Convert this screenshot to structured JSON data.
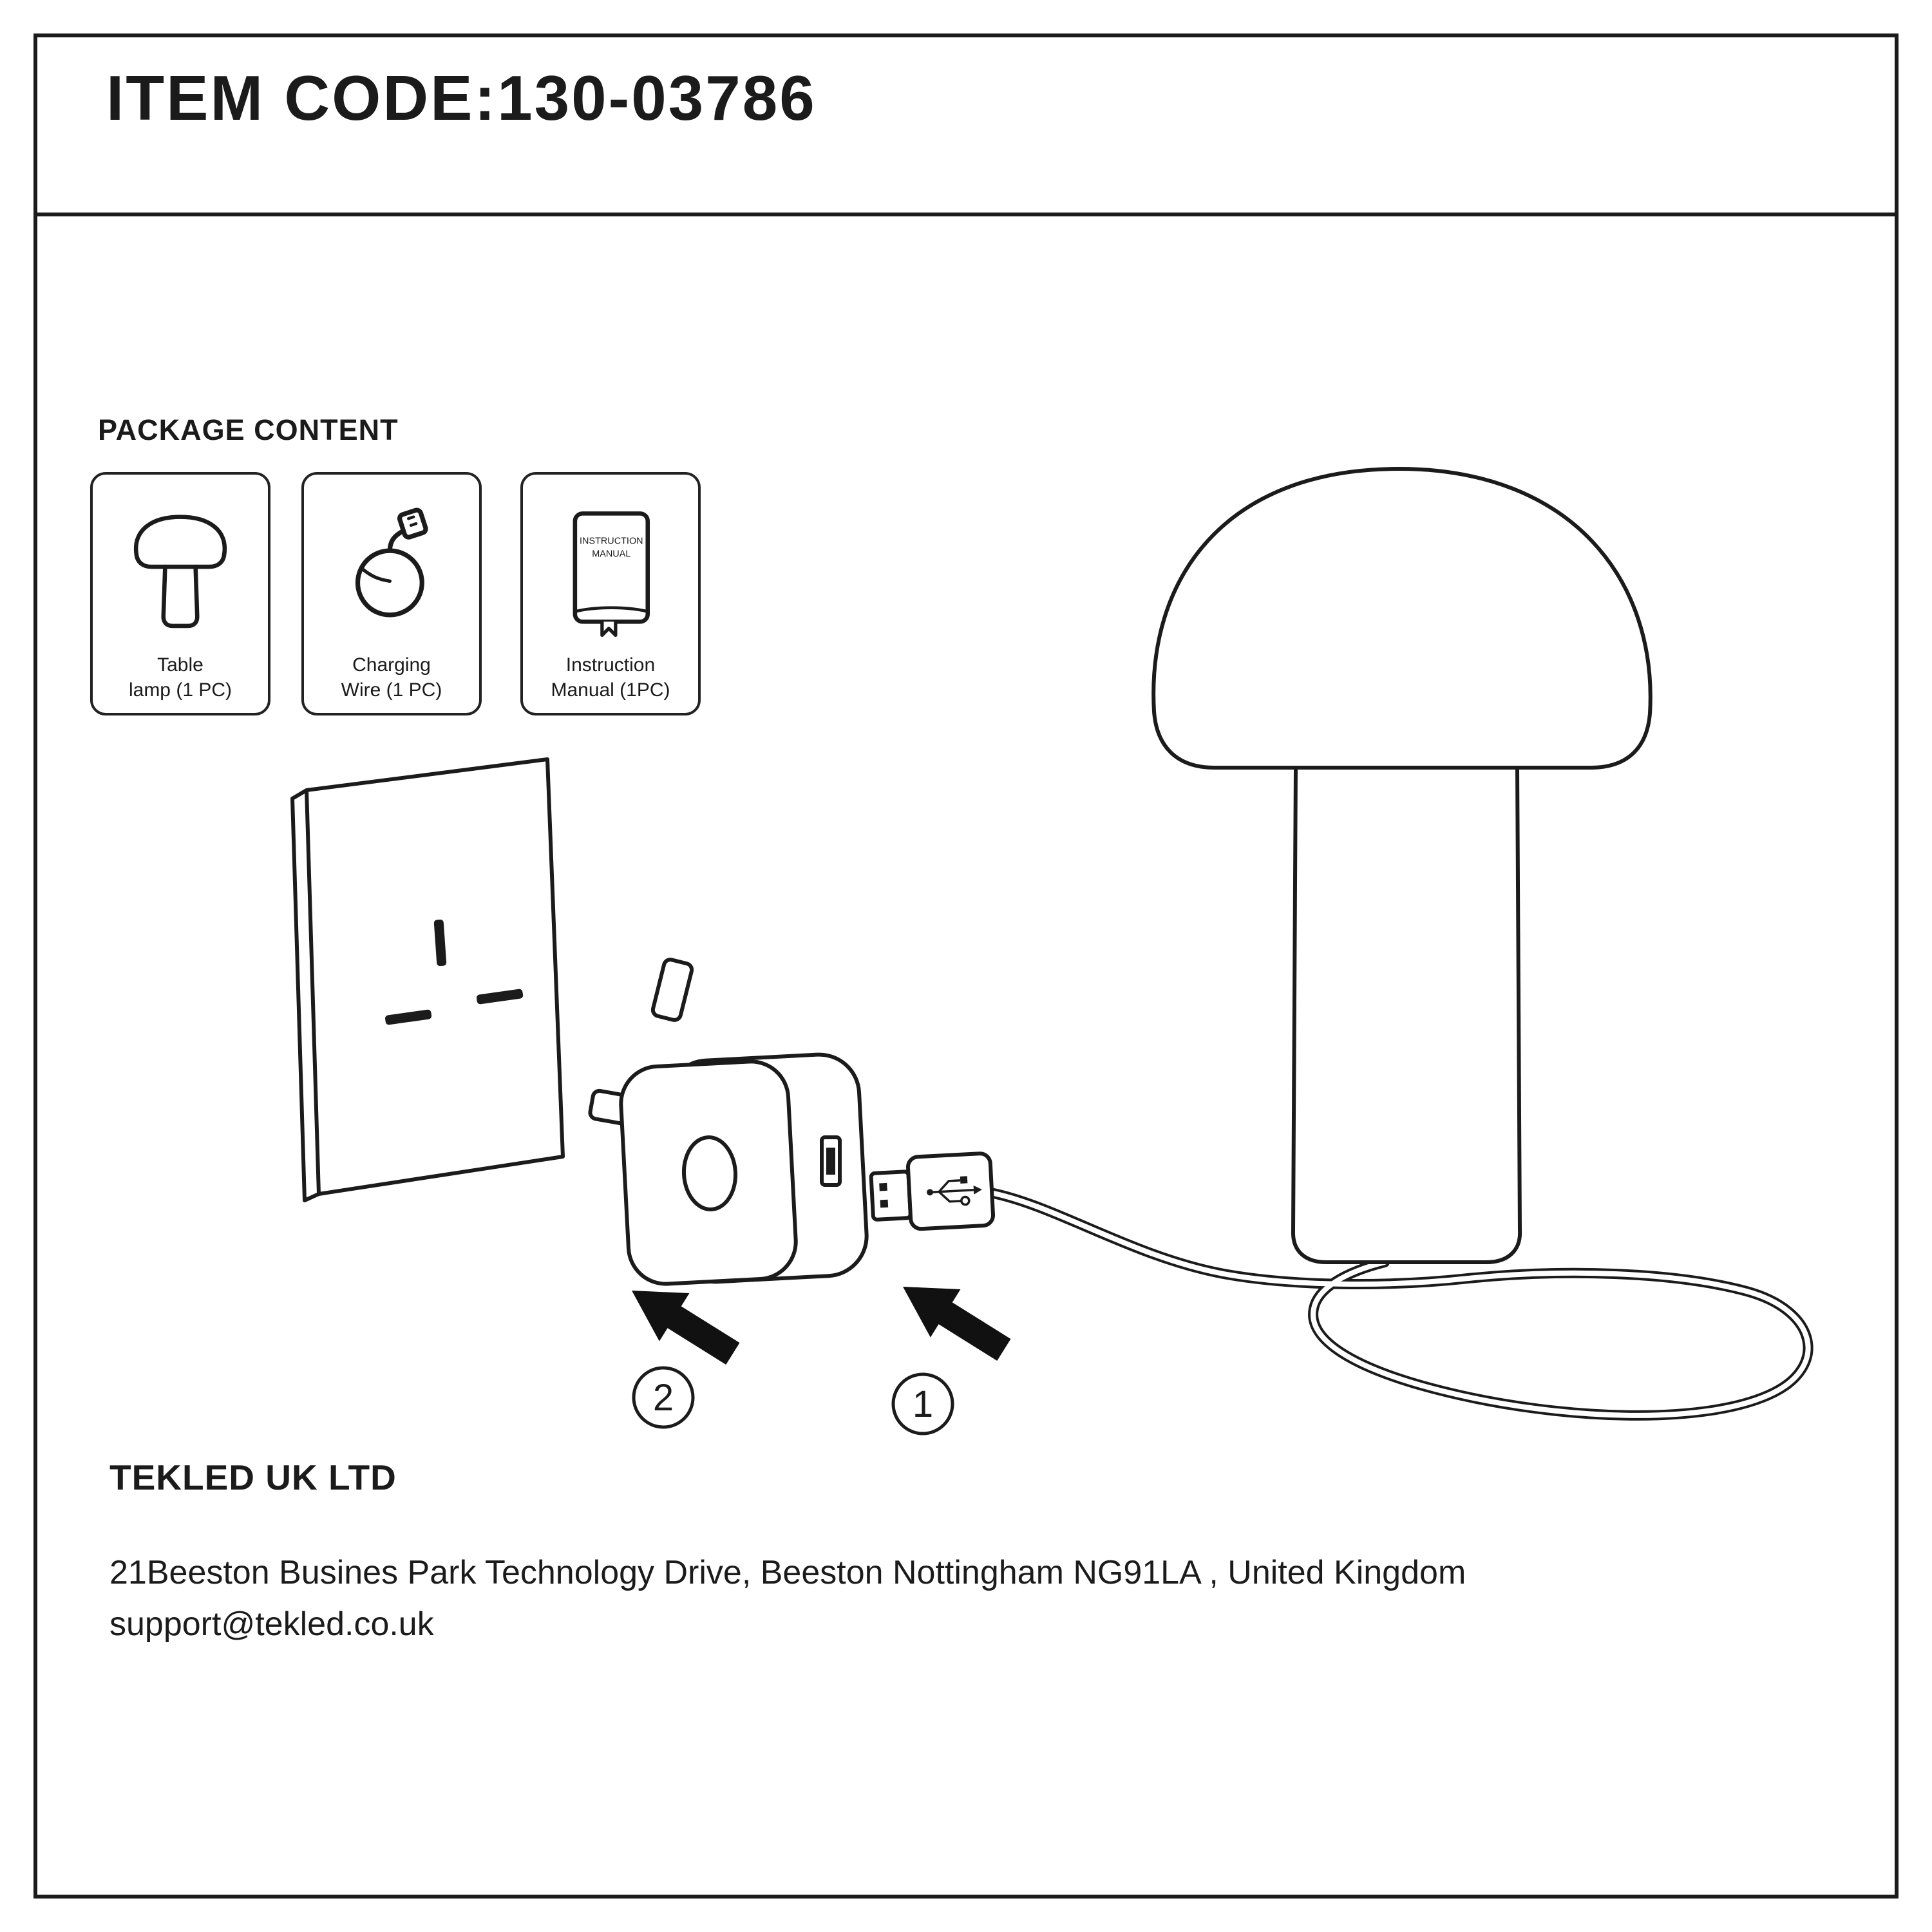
{
  "page": {
    "item_code": "ITEM CODE:130-03786"
  },
  "package_content": {
    "heading": "PACKAGE CONTENT",
    "items": [
      {
        "line1": "Table",
        "line2": "lamp (1 PC)"
      },
      {
        "line1": "Charging",
        "line2": "Wire (1 PC)"
      },
      {
        "line1": "Instruction",
        "line2": "Manual (1PC)"
      }
    ],
    "manual_icon_text": {
      "line1": "INSTRUCTION",
      "line2": "MANUAL"
    }
  },
  "diagram": {
    "step1": "1",
    "step2": "2"
  },
  "footer": {
    "company": "TEKLED UK LTD",
    "address": "21Beeston Busines Park Technology Drive,  Beeston Nottingham NG91LA ,  United Kingdom",
    "email": "support@tekled.co.uk"
  }
}
